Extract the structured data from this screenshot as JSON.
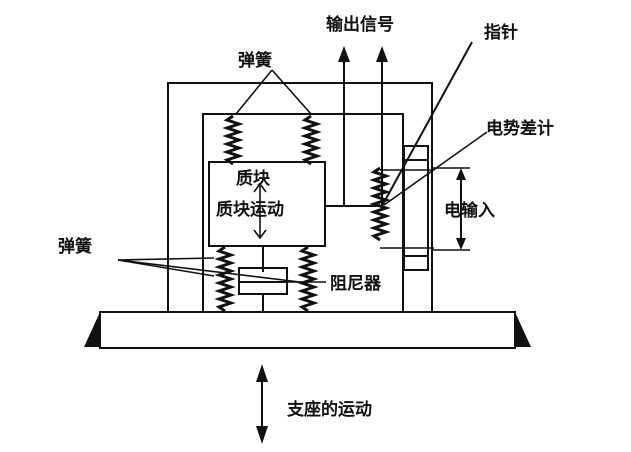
{
  "labels": {
    "spring_top": "弹簧",
    "output_signal": "输出信号",
    "pointer": "指针",
    "potentiometer": "电势差计",
    "mass_block": "质块",
    "mass_motion": "质块运动",
    "electrical_input": "电输入",
    "spring_left": "弹簧",
    "damper": "阻尼器",
    "base_motion": "支座的运动"
  },
  "colors": {
    "ink": "#111111",
    "background": "#ffffff"
  }
}
